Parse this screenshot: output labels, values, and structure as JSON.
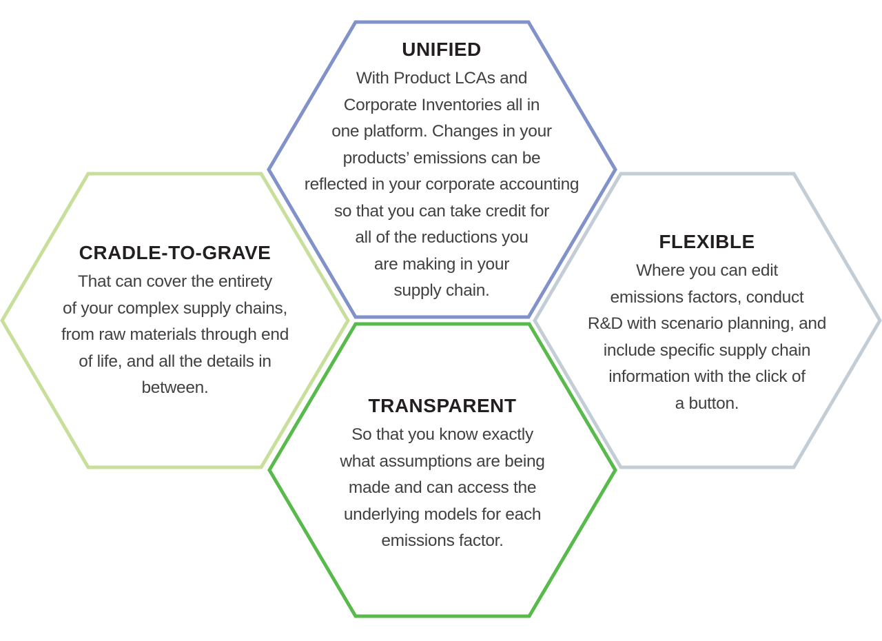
{
  "diagram": {
    "description": "Four interlocking hexagons describing product attributes",
    "text_color": "#414042",
    "title_color": "#231f20",
    "background_color": "#ffffff",
    "hexagons": [
      {
        "id": "unified",
        "title": "UNIFIED",
        "body": "With Product LCAs and\nCorporate Inventories all in\none platform. Changes in your\nproducts’ emissions can be\nreflected in your corporate accounting\nso that you can take credit for\nall of the reductions you\nare making in your\nsupply chain.",
        "border_color": "#8191c9"
      },
      {
        "id": "cradle-to-grave",
        "title": "CRADLE-TO-GRAVE",
        "body": "That can cover the entirety\nof your complex supply chains,\nfrom raw materials through end\nof life, and all the details in\nbetween.",
        "border_color": "#c8df9b"
      },
      {
        "id": "flexible",
        "title": "FLEXIBLE",
        "body": "Where you can edit\nemissions factors, conduct\nR&D with scenario planning, and\ninclude specific supply chain\ninformation with the click of\na button.",
        "border_color": "#c2cdd5"
      },
      {
        "id": "transparent",
        "title": "TRANSPARENT",
        "body": "So that you know exactly\nwhat assumptions are being\nmade and can access the\nunderlying models for each\nemissions factor.",
        "border_color": "#57ba4b"
      }
    ]
  }
}
